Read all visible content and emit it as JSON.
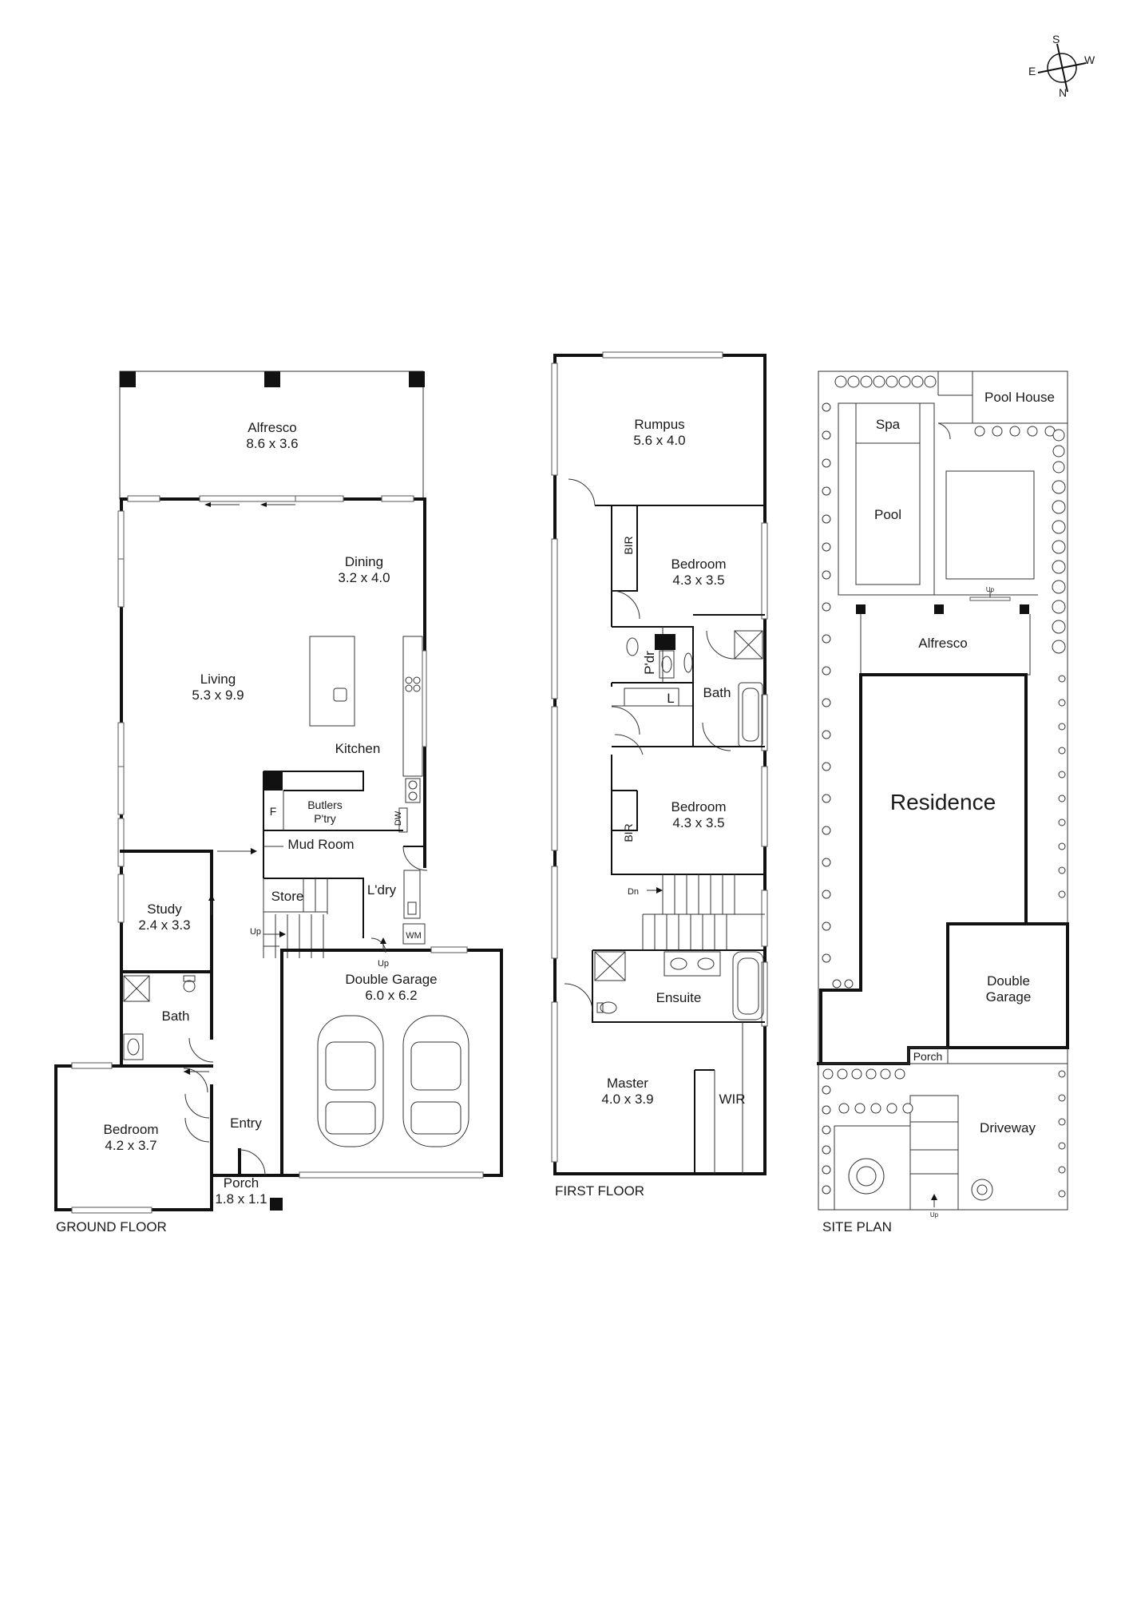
{
  "compass": {
    "s": "S",
    "w": "W",
    "e": "E",
    "n": "N"
  },
  "ground_floor": {
    "caption": "GROUND FLOOR",
    "alfresco": {
      "name": "Alfresco",
      "dims": "8.6 x 3.6"
    },
    "dining": {
      "name": "Dining",
      "dims": "3.2 x 4.0"
    },
    "living": {
      "name": "Living",
      "dims": "5.3 x 9.9"
    },
    "kitchen": "Kitchen",
    "butlers": {
      "line1": "Butlers",
      "line2": "P'try"
    },
    "fridge": "F",
    "dw": "DW",
    "mud_room": "Mud Room",
    "store": "Store",
    "laundry": "L'dry",
    "wm": "WM",
    "up1": "Up",
    "up2": "Up",
    "study": {
      "name": "Study",
      "dims": "2.4 x 3.3"
    },
    "garage": {
      "name": "Double Garage",
      "dims": "6.0 x 6.2"
    },
    "bath": "Bath",
    "entry": "Entry",
    "bedroom": {
      "name": "Bedroom",
      "dims": "4.2 x 3.7"
    },
    "porch": {
      "name": "Porch",
      "dims": "1.8 x 1.1"
    }
  },
  "first_floor": {
    "caption": "FIRST FLOOR",
    "rumpus": {
      "name": "Rumpus",
      "dims": "5.6 x 4.0"
    },
    "bir1": "BIR",
    "bedroom1": {
      "name": "Bedroom",
      "dims": "4.3 x 3.5"
    },
    "pdr": "P'dr",
    "linen": "L",
    "bath": "Bath",
    "bir2": "BIR",
    "bedroom2": {
      "name": "Bedroom",
      "dims": "4.3 x 3.5"
    },
    "dn": "Dn",
    "ensuite": "Ensuite",
    "master": {
      "name": "Master",
      "dims": "4.0 x 3.9"
    },
    "wir": "WIR"
  },
  "site_plan": {
    "caption": "SITE PLAN",
    "pool_house": "Pool House",
    "spa": "Spa",
    "pool": "Pool",
    "up1": "Up",
    "alfresco": "Alfresco",
    "residence": "Residence",
    "garage": {
      "line1": "Double",
      "line2": "Garage"
    },
    "porch": "Porch",
    "driveway": "Driveway",
    "up2": "Up"
  }
}
